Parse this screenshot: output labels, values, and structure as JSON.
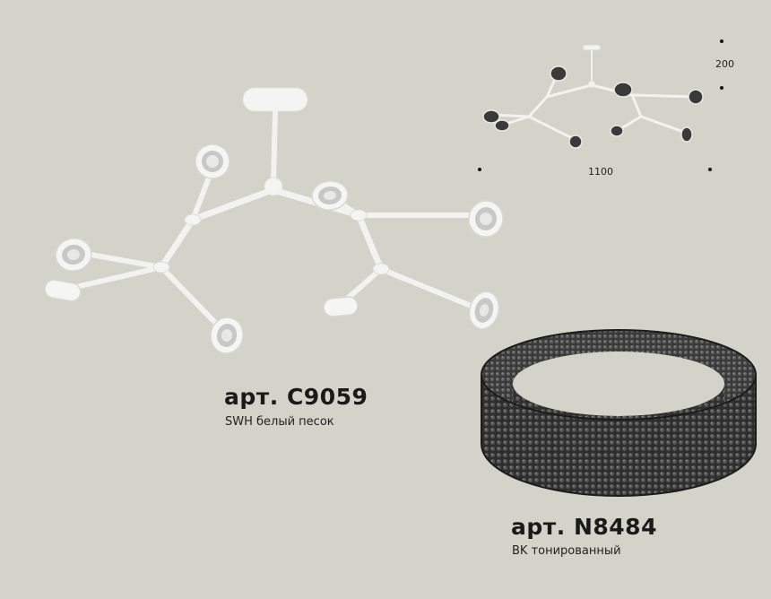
{
  "products": [
    {
      "title": "арт. C9059",
      "subtitle": "SWH белый песок"
    },
    {
      "title": "арт. N8484",
      "subtitle": "BK тонированный"
    }
  ],
  "dimensions": {
    "height": "200",
    "width": "1100"
  },
  "colors": {
    "background": "#d3d3c9",
    "chandelier_white": "#f4f4f2",
    "shade_dark": "#2b2b2b"
  }
}
